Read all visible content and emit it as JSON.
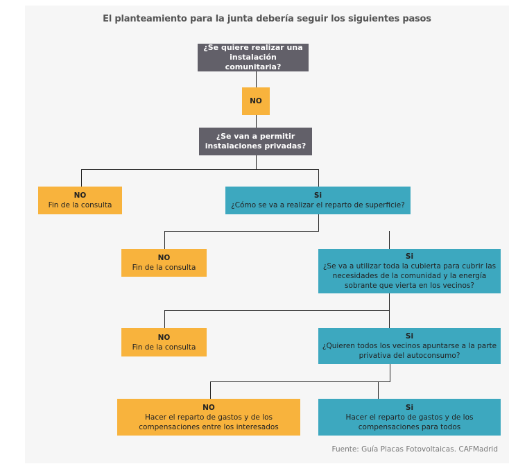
{
  "title": "El planteamiento para la junta debería seguir los siguientes pasos",
  "nodes": {
    "q1": {
      "text": "¿Se quiere realizar una instalación comunitaria?"
    },
    "no1": {
      "label": "NO"
    },
    "q2": {
      "text": "¿Se van a permitir instalaciones privadas?"
    },
    "no2": {
      "label": "NO",
      "text": "Fin de la consulta"
    },
    "si2": {
      "label": "Si",
      "text": "¿Cómo se va a realizar el reparto de superficie?"
    },
    "no3": {
      "label": "NO",
      "text": "Fin de la consulta"
    },
    "si3": {
      "label": "Si",
      "text": "¿Se va a utilizar toda la cubierta para cubrir las necesidades de la comunidad y la energía sobrante que vierta en los vecinos?"
    },
    "no4": {
      "label": "NO",
      "text": "Fin de la consulta"
    },
    "si4": {
      "label": "Si",
      "text": "¿Quieren todos los vecinos apuntarse a la parte privativa del autoconsumo?"
    },
    "no5": {
      "label": "NO",
      "text": "Hacer el reparto de gastos y de los compensaciones entre los interesados"
    },
    "si5": {
      "label": "Si",
      "text": "Hacer el reparto de gastos y de los compensaciones para todos"
    }
  },
  "source": "Fuente: Guía Placas Fotovoltaicas. CAFMadrid",
  "colors": {
    "question": "#626069",
    "no": "#f8b33d",
    "yes": "#3da8bf"
  }
}
